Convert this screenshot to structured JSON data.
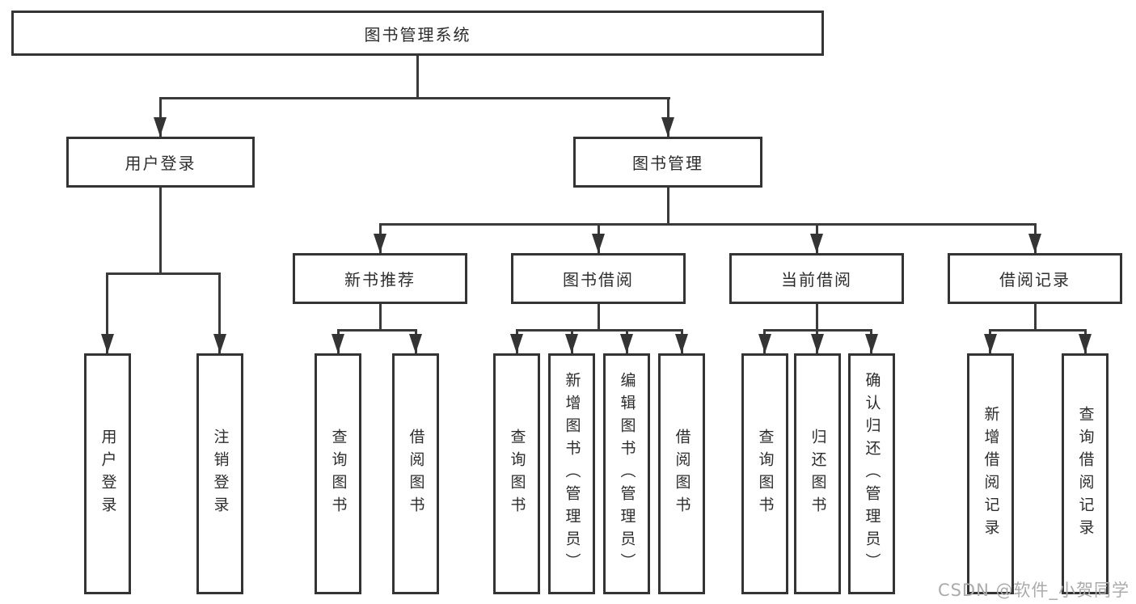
{
  "diagram": {
    "root": {
      "label": "图书管理系统"
    },
    "level2": [
      {
        "label": "用户登录"
      },
      {
        "label": "图书管理"
      }
    ],
    "level3": [
      {
        "label": "新书推荐"
      },
      {
        "label": "图书借阅"
      },
      {
        "label": "当前借阅"
      },
      {
        "label": "借阅记录"
      }
    ],
    "leaves": {
      "user_login": [
        "用户登录",
        "注销登录"
      ],
      "new_book": [
        "查询图书",
        "借阅图书"
      ],
      "book_borrow": [
        "查询图书",
        "新增图书（管理员）",
        "编辑图书（管理员）",
        "借阅图书"
      ],
      "current_borrow": [
        "查询图书",
        "归还图书",
        "确认归还（管理员）"
      ],
      "borrow_records": [
        "新增借阅记录",
        "查询借阅记录"
      ]
    }
  },
  "watermark": {
    "text": "CSDN @软件_小贺同学"
  },
  "colors": {
    "line": "#3a3a3a",
    "border": "#343434",
    "text": "#2d2d2d",
    "watermark": "#ababab",
    "background": "#ffffff"
  }
}
